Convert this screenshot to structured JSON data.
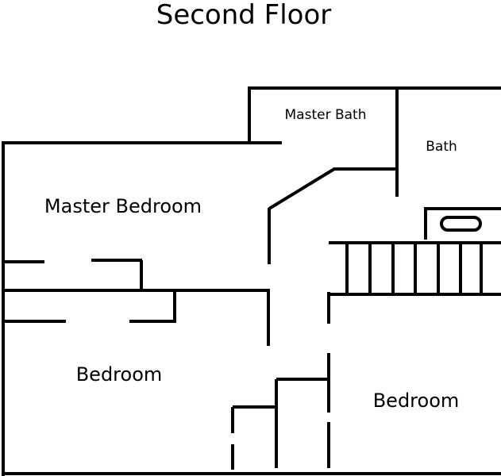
{
  "title": "Second Floor",
  "rooms": {
    "master_bedroom": "Master Bedroom",
    "master_bath": "Master Bath",
    "bath": "Bath",
    "bedroom_left": "Bedroom",
    "bedroom_right": "Bedroom"
  },
  "colors": {
    "wall": "#000000",
    "background": "#ffffff"
  }
}
